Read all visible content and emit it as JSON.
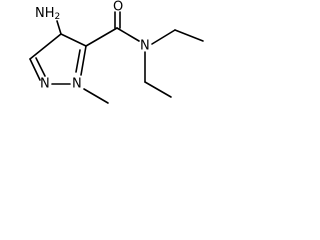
{
  "molecule": {
    "atoms": {
      "amino_n": "N",
      "amino_h": "H",
      "amino_sub": "2",
      "carbonyl_o": "O",
      "amide_n": "N",
      "ring_n2": "N",
      "ring_n1": "N"
    },
    "colors": {
      "stroke": "#000000",
      "background": "#ffffff"
    }
  }
}
